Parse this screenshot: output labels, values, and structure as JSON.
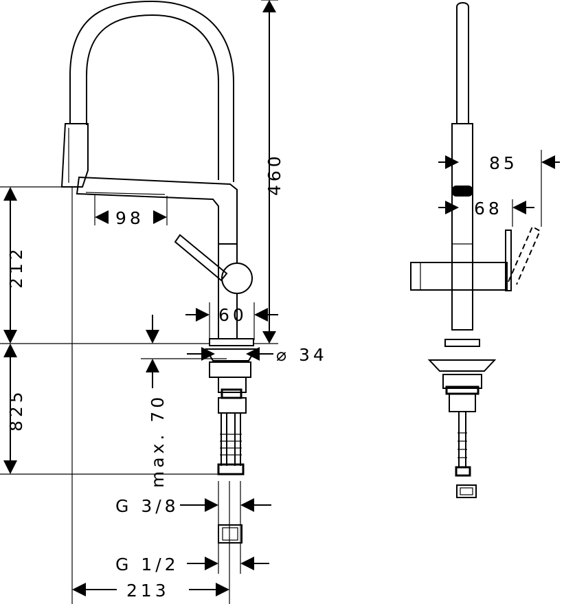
{
  "drawing": {
    "colors": {
      "ink": "#000000",
      "paper": "#ffffff"
    },
    "dimensions": {
      "total_height": "460",
      "spout_reach": "98",
      "height_to_spout": "212",
      "body_width": "60",
      "hole_diameter": "⌀ 34",
      "below_counter": "825",
      "max_counter_thickness": "max. 70",
      "thread_small": "G 3/8",
      "thread_large": "G 1/2",
      "overall_reach": "213",
      "side_width_85": "85",
      "side_width_68": "68"
    }
  }
}
